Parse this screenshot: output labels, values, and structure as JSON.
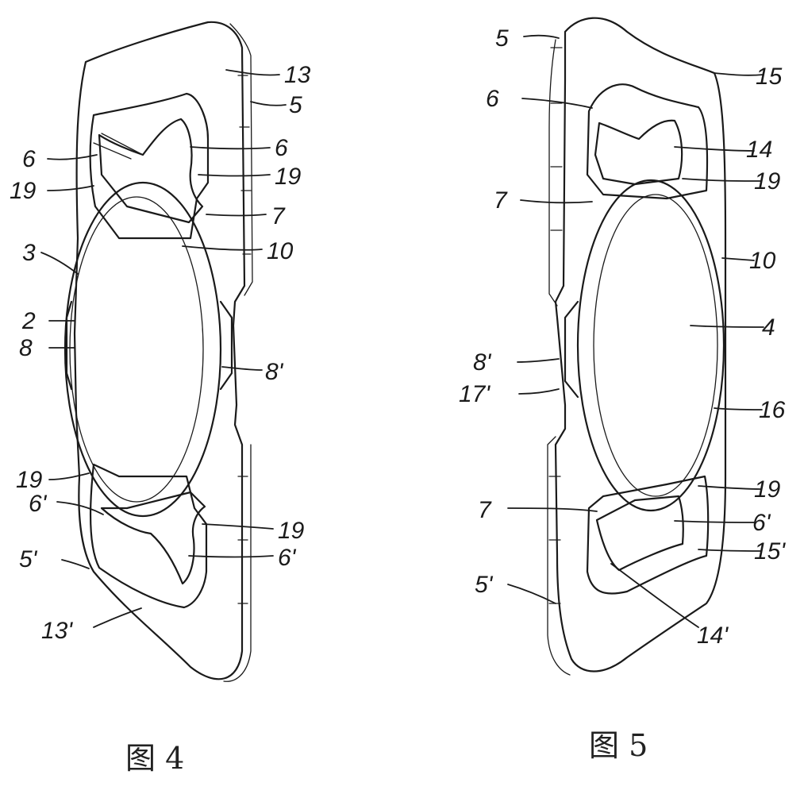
{
  "figures": [
    {
      "caption": "图 4",
      "labels": [
        "13",
        "5",
        "6",
        "6",
        "19",
        "19",
        "7",
        "10",
        "3",
        "2",
        "8",
        "8'",
        "19",
        "6'",
        "19",
        "5'",
        "6'",
        "13'"
      ]
    },
    {
      "caption": "图 5",
      "labels": [
        "5",
        "15",
        "6",
        "14",
        "19",
        "7",
        "10",
        "4",
        "8'",
        "17'",
        "16",
        "19",
        "7",
        "6'",
        "15'",
        "5'",
        "14'"
      ]
    }
  ]
}
